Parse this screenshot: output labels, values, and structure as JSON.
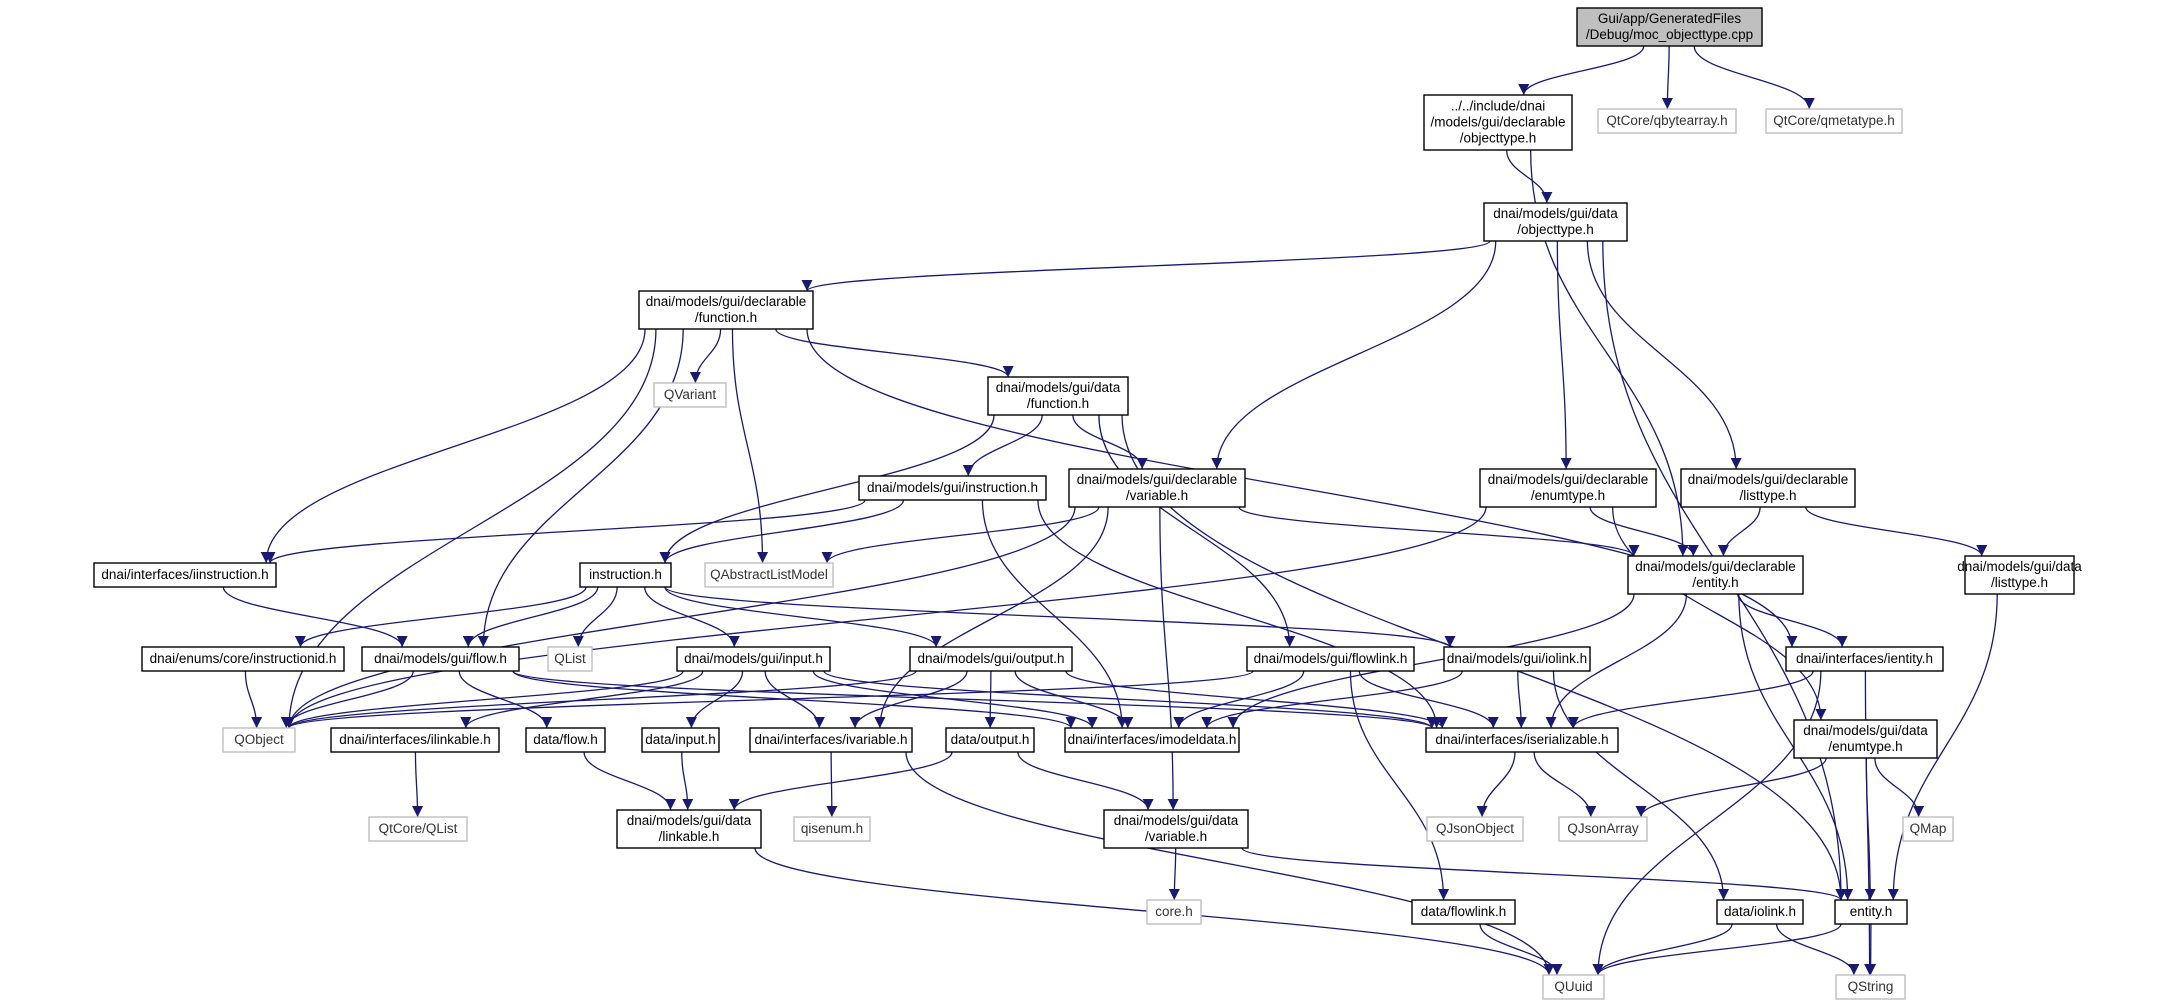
{
  "diagram": {
    "type": "include-dependency-graph",
    "colors": {
      "edge": "#191970",
      "main_fill": "#bfbfbf",
      "external_border": "#bfbfbf",
      "node_border": "#000000"
    },
    "nodes": [
      {
        "id": "moc",
        "kind": "main",
        "lines": [
          "Gui/app/GeneratedFiles",
          "/Debug/moc_objecttype.cpp"
        ]
      },
      {
        "id": "inc_objecttype",
        "kind": "doc",
        "lines": [
          "../../include/dnai",
          "/models/gui/declarable",
          "/objecttype.h"
        ]
      },
      {
        "id": "qbytearray",
        "kind": "ext",
        "lines": [
          "QtCore/qbytearray.h"
        ]
      },
      {
        "id": "qmetatype",
        "kind": "ext",
        "lines": [
          "QtCore/qmetatype.h"
        ]
      },
      {
        "id": "data_objecttype",
        "kind": "doc",
        "lines": [
          "dnai/models/gui/data",
          "/objecttype.h"
        ]
      },
      {
        "id": "decl_function",
        "kind": "doc",
        "lines": [
          "dnai/models/gui/declarable",
          "/function.h"
        ]
      },
      {
        "id": "qvariant",
        "kind": "ext",
        "lines": [
          "QVariant"
        ]
      },
      {
        "id": "data_function",
        "kind": "doc",
        "lines": [
          "dnai/models/gui/data",
          "/function.h"
        ]
      },
      {
        "id": "gui_instruction",
        "kind": "doc",
        "lines": [
          "dnai/models/gui/instruction.h"
        ]
      },
      {
        "id": "decl_variable",
        "kind": "doc",
        "lines": [
          "dnai/models/gui/declarable",
          "/variable.h"
        ]
      },
      {
        "id": "decl_enumtype",
        "kind": "doc",
        "lines": [
          "dnai/models/gui/declarable",
          "/enumtype.h"
        ]
      },
      {
        "id": "decl_listtype",
        "kind": "doc",
        "lines": [
          "dnai/models/gui/declarable",
          "/listtype.h"
        ]
      },
      {
        "id": "iinstruction",
        "kind": "doc",
        "lines": [
          "dnai/interfaces/iinstruction.h"
        ]
      },
      {
        "id": "instruction",
        "kind": "doc",
        "lines": [
          "instruction.h"
        ]
      },
      {
        "id": "qabstractlistmodel",
        "kind": "ext",
        "lines": [
          "QAbstractListModel"
        ]
      },
      {
        "id": "decl_entity",
        "kind": "doc",
        "lines": [
          "dnai/models/gui/declarable",
          "/entity.h"
        ]
      },
      {
        "id": "data_listtype",
        "kind": "doc",
        "lines": [
          "dnai/models/gui/data",
          "/listtype.h"
        ]
      },
      {
        "id": "instructionid",
        "kind": "doc",
        "lines": [
          "dnai/enums/core/instructionid.h"
        ]
      },
      {
        "id": "gui_flow",
        "kind": "doc",
        "lines": [
          "dnai/models/gui/flow.h"
        ]
      },
      {
        "id": "qlist",
        "kind": "ext",
        "lines": [
          "QList"
        ]
      },
      {
        "id": "gui_input",
        "kind": "doc",
        "lines": [
          "dnai/models/gui/input.h"
        ]
      },
      {
        "id": "gui_output",
        "kind": "doc",
        "lines": [
          "dnai/models/gui/output.h"
        ]
      },
      {
        "id": "gui_flowlink",
        "kind": "doc",
        "lines": [
          "dnai/models/gui/flowlink.h"
        ]
      },
      {
        "id": "gui_iolink",
        "kind": "doc",
        "lines": [
          "dnai/models/gui/iolink.h"
        ]
      },
      {
        "id": "ientity",
        "kind": "doc",
        "lines": [
          "dnai/interfaces/ientity.h"
        ]
      },
      {
        "id": "qobject",
        "kind": "ext",
        "lines": [
          "QObject"
        ]
      },
      {
        "id": "ilinkable",
        "kind": "doc",
        "lines": [
          "dnai/interfaces/ilinkable.h"
        ]
      },
      {
        "id": "data_flow",
        "kind": "doc",
        "lines": [
          "data/flow.h"
        ]
      },
      {
        "id": "data_input",
        "kind": "doc",
        "lines": [
          "data/input.h"
        ]
      },
      {
        "id": "ivariable",
        "kind": "doc",
        "lines": [
          "dnai/interfaces/ivariable.h"
        ]
      },
      {
        "id": "data_output",
        "kind": "doc",
        "lines": [
          "data/output.h"
        ]
      },
      {
        "id": "imodeldata",
        "kind": "doc",
        "lines": [
          "dnai/interfaces/imodeldata.h"
        ]
      },
      {
        "id": "iserializable",
        "kind": "doc",
        "lines": [
          "dnai/interfaces/iserializable.h"
        ]
      },
      {
        "id": "data_enumtype",
        "kind": "doc",
        "lines": [
          "dnai/models/gui/data",
          "/enumtype.h"
        ]
      },
      {
        "id": "qtcore_qlist",
        "kind": "ext",
        "lines": [
          "QtCore/QList"
        ]
      },
      {
        "id": "data_linkable",
        "kind": "doc",
        "lines": [
          "dnai/models/gui/data",
          "/linkable.h"
        ]
      },
      {
        "id": "qisenum",
        "kind": "ext",
        "lines": [
          "qisenum.h"
        ]
      },
      {
        "id": "data_variable",
        "kind": "doc",
        "lines": [
          "dnai/models/gui/data",
          "/variable.h"
        ]
      },
      {
        "id": "qjsonobject",
        "kind": "ext",
        "lines": [
          "QJsonObject"
        ]
      },
      {
        "id": "qjsonarray",
        "kind": "ext",
        "lines": [
          "QJsonArray"
        ]
      },
      {
        "id": "qmap",
        "kind": "ext",
        "lines": [
          "QMap"
        ]
      },
      {
        "id": "core_h",
        "kind": "ext",
        "lines": [
          "core.h"
        ]
      },
      {
        "id": "data_flowlink",
        "kind": "doc",
        "lines": [
          "data/flowlink.h"
        ]
      },
      {
        "id": "data_iolink",
        "kind": "doc",
        "lines": [
          "data/iolink.h"
        ]
      },
      {
        "id": "entity",
        "kind": "doc",
        "lines": [
          "entity.h"
        ]
      },
      {
        "id": "quuid",
        "kind": "ext",
        "lines": [
          "QUuid"
        ]
      },
      {
        "id": "qstring",
        "kind": "ext",
        "lines": [
          "QString"
        ]
      }
    ],
    "edges": [
      [
        "moc",
        "inc_objecttype"
      ],
      [
        "moc",
        "qbytearray"
      ],
      [
        "moc",
        "qmetatype"
      ],
      [
        "inc_objecttype",
        "data_objecttype"
      ],
      [
        "inc_objecttype",
        "decl_entity"
      ],
      [
        "data_objecttype",
        "decl_function"
      ],
      [
        "data_objecttype",
        "decl_variable"
      ],
      [
        "data_objecttype",
        "decl_enumtype"
      ],
      [
        "data_objecttype",
        "decl_listtype"
      ],
      [
        "data_objecttype",
        "entity"
      ],
      [
        "decl_function",
        "qvariant"
      ],
      [
        "decl_function",
        "data_function"
      ],
      [
        "decl_function",
        "qabstractlistmodel"
      ],
      [
        "decl_function",
        "iinstruction"
      ],
      [
        "decl_function",
        "gui_flow"
      ],
      [
        "decl_function",
        "qobject"
      ],
      [
        "decl_function",
        "ientity"
      ],
      [
        "data_function",
        "gui_instruction"
      ],
      [
        "data_function",
        "decl_variable"
      ],
      [
        "data_function",
        "instruction"
      ],
      [
        "data_function",
        "gui_flowlink"
      ],
      [
        "data_function",
        "entity"
      ],
      [
        "gui_instruction",
        "iinstruction"
      ],
      [
        "gui_instruction",
        "instruction"
      ],
      [
        "gui_instruction",
        "imodeldata"
      ],
      [
        "gui_instruction",
        "iserializable"
      ],
      [
        "decl_variable",
        "qabstractlistmodel"
      ],
      [
        "decl_variable",
        "decl_entity"
      ],
      [
        "decl_variable",
        "ivariable"
      ],
      [
        "decl_variable",
        "data_variable"
      ],
      [
        "decl_variable",
        "qobject"
      ],
      [
        "decl_enumtype",
        "decl_entity"
      ],
      [
        "decl_enumtype",
        "data_enumtype"
      ],
      [
        "decl_enumtype",
        "qobject"
      ],
      [
        "decl_listtype",
        "decl_entity"
      ],
      [
        "decl_listtype",
        "data_listtype"
      ],
      [
        "iinstruction",
        "gui_flow"
      ],
      [
        "instruction",
        "instructionid"
      ],
      [
        "instruction",
        "gui_flow"
      ],
      [
        "instruction",
        "qlist"
      ],
      [
        "instruction",
        "gui_input"
      ],
      [
        "instruction",
        "gui_output"
      ],
      [
        "instruction",
        "gui_iolink"
      ],
      [
        "decl_entity",
        "ientity"
      ],
      [
        "decl_entity",
        "imodeldata"
      ],
      [
        "decl_entity",
        "iserializable"
      ],
      [
        "decl_entity",
        "entity"
      ],
      [
        "data_listtype",
        "entity"
      ],
      [
        "instructionid",
        "qobject"
      ],
      [
        "gui_flow",
        "qobject"
      ],
      [
        "gui_flow",
        "data_flow"
      ],
      [
        "gui_flow",
        "imodeldata"
      ],
      [
        "gui_flow",
        "iserializable"
      ],
      [
        "gui_input",
        "qobject"
      ],
      [
        "gui_input",
        "data_input"
      ],
      [
        "gui_input",
        "ivariable"
      ],
      [
        "gui_input",
        "imodeldata"
      ],
      [
        "gui_input",
        "iserializable"
      ],
      [
        "gui_input",
        "ilinkable"
      ],
      [
        "gui_output",
        "qobject"
      ],
      [
        "gui_output",
        "data_output"
      ],
      [
        "gui_output",
        "ivariable"
      ],
      [
        "gui_output",
        "imodeldata"
      ],
      [
        "gui_output",
        "iserializable"
      ],
      [
        "gui_flowlink",
        "imodeldata"
      ],
      [
        "gui_flowlink",
        "iserializable"
      ],
      [
        "gui_flowlink",
        "qobject"
      ],
      [
        "gui_flowlink",
        "data_flowlink"
      ],
      [
        "gui_iolink",
        "imodeldata"
      ],
      [
        "gui_iolink",
        "iserializable"
      ],
      [
        "gui_iolink",
        "data_iolink"
      ],
      [
        "ientity",
        "iserializable"
      ],
      [
        "ientity",
        "quuid"
      ],
      [
        "ientity",
        "qstring"
      ],
      [
        "ilinkable",
        "qtcore_qlist"
      ],
      [
        "data_flow",
        "data_linkable"
      ],
      [
        "data_input",
        "data_linkable"
      ],
      [
        "data_output",
        "data_linkable"
      ],
      [
        "data_output",
        "data_variable"
      ],
      [
        "ivariable",
        "qisenum"
      ],
      [
        "ivariable",
        "quuid"
      ],
      [
        "iserializable",
        "qjsonobject"
      ],
      [
        "iserializable",
        "qjsonarray"
      ],
      [
        "data_enumtype",
        "qjsonarray"
      ],
      [
        "data_enumtype",
        "qmap"
      ],
      [
        "data_enumtype",
        "entity"
      ],
      [
        "data_linkable",
        "quuid"
      ],
      [
        "data_variable",
        "core_h"
      ],
      [
        "data_variable",
        "entity"
      ],
      [
        "data_flowlink",
        "quuid"
      ],
      [
        "data_iolink",
        "quuid"
      ],
      [
        "data_iolink",
        "qstring"
      ],
      [
        "entity",
        "quuid"
      ],
      [
        "entity",
        "qstring"
      ]
    ]
  }
}
